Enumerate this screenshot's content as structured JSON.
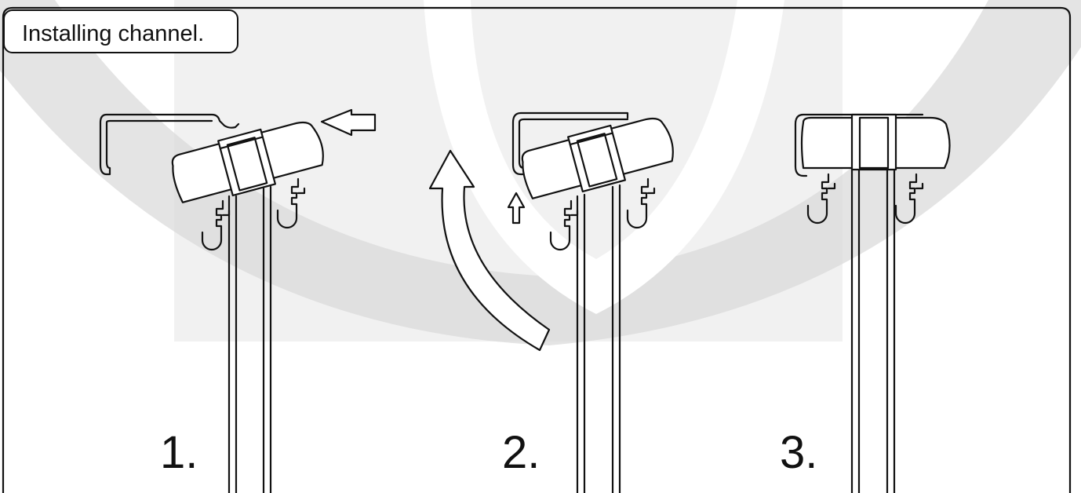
{
  "title": "Installing channel.",
  "steps": [
    {
      "label": "1."
    },
    {
      "label": "2."
    },
    {
      "label": "3."
    }
  ],
  "colors": {
    "outline": "#111111",
    "watermark": "#e6e6e6",
    "background": "#ffffff"
  }
}
